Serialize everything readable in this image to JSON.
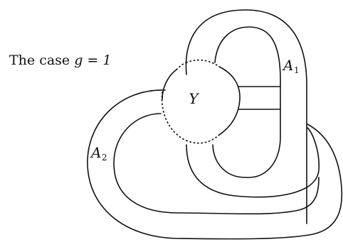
{
  "caption": {
    "prefix": "The case ",
    "math": "g = 1"
  },
  "labels": {
    "center": "Y",
    "a1_base": "A",
    "a1_sub": "1",
    "a2_base": "A",
    "a2_sub": "2"
  }
}
